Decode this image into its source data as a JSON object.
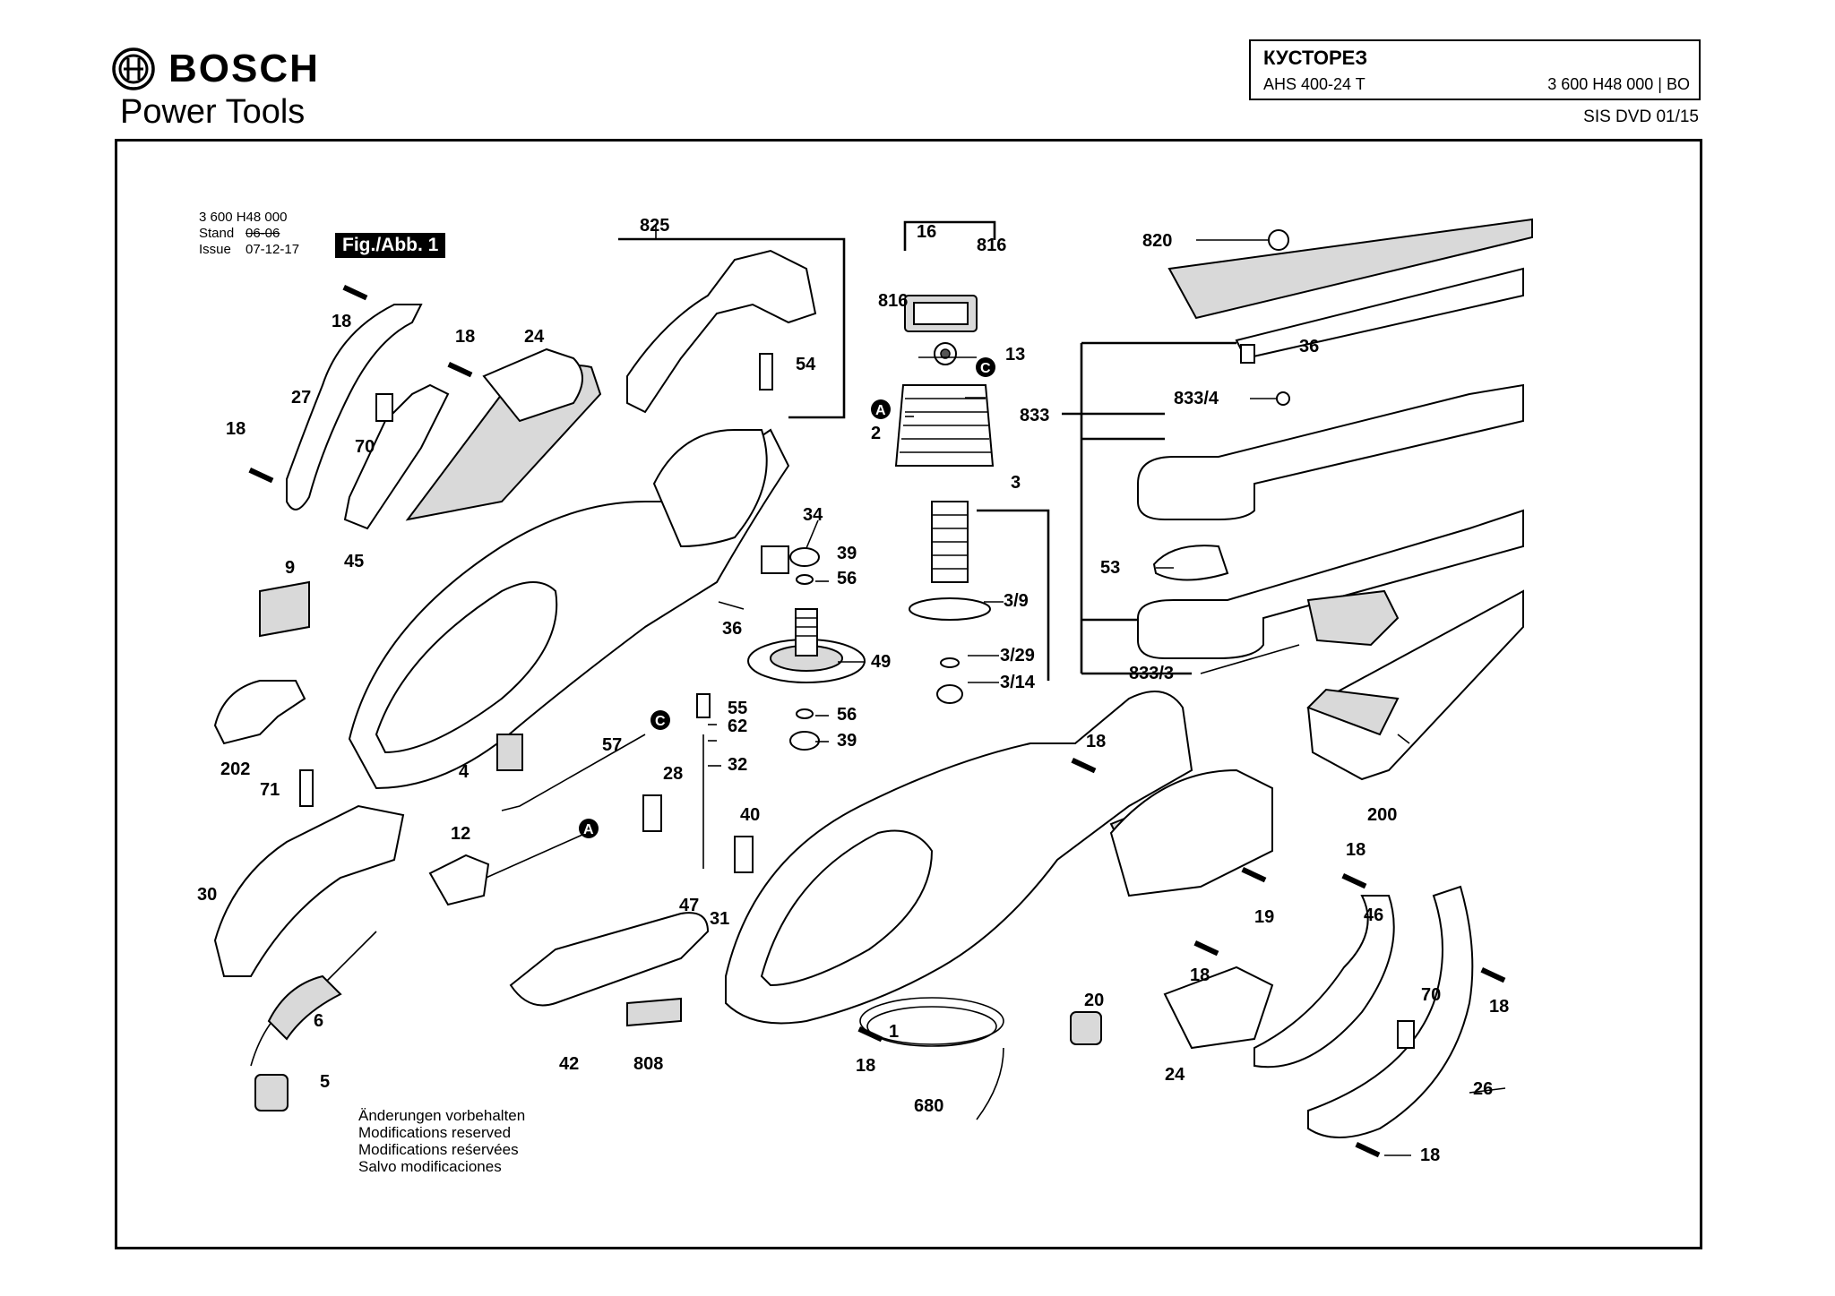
{
  "header": {
    "brand": "BOSCH",
    "subbrand": "Power Tools",
    "title": "КУСТОРЕЗ",
    "model": "AHS 400-24 T",
    "part_number": "3 600 H48 000 | BO",
    "sis": "SIS DVD 01/15"
  },
  "meta": {
    "doc_number": "3 600 H48 000",
    "stand_label": "Stand",
    "stand_value": "06-06",
    "issue_label": "Issue",
    "issue_value": "07-12-17",
    "figure": "Fig./Abb. 1"
  },
  "notes": [
    "Änderungen vorbehalten",
    "Modifications reserved",
    "Modifications reśervées",
    "Salvo modificaciones"
  ],
  "markers": [
    "A",
    "C"
  ],
  "part_labels": [
    "825",
    "16",
    "816",
    "816",
    "820",
    "18",
    "18",
    "24",
    "27",
    "54",
    "13",
    "36",
    "833/4",
    "833",
    "70",
    "18",
    "2",
    "3",
    "45",
    "34",
    "39",
    "56",
    "3/9",
    "53",
    "9",
    "36",
    "49",
    "3/29",
    "3/14",
    "833/3",
    "56",
    "202",
    "55",
    "62",
    "39",
    "57",
    "32",
    "71",
    "4",
    "28",
    "40",
    "200",
    "12",
    "18",
    "18",
    "46",
    "30",
    "47",
    "31",
    "19",
    "70",
    "18",
    "20",
    "18",
    "6",
    "1",
    "24",
    "18",
    "26",
    "42",
    "808",
    "5",
    "680",
    "18"
  ]
}
